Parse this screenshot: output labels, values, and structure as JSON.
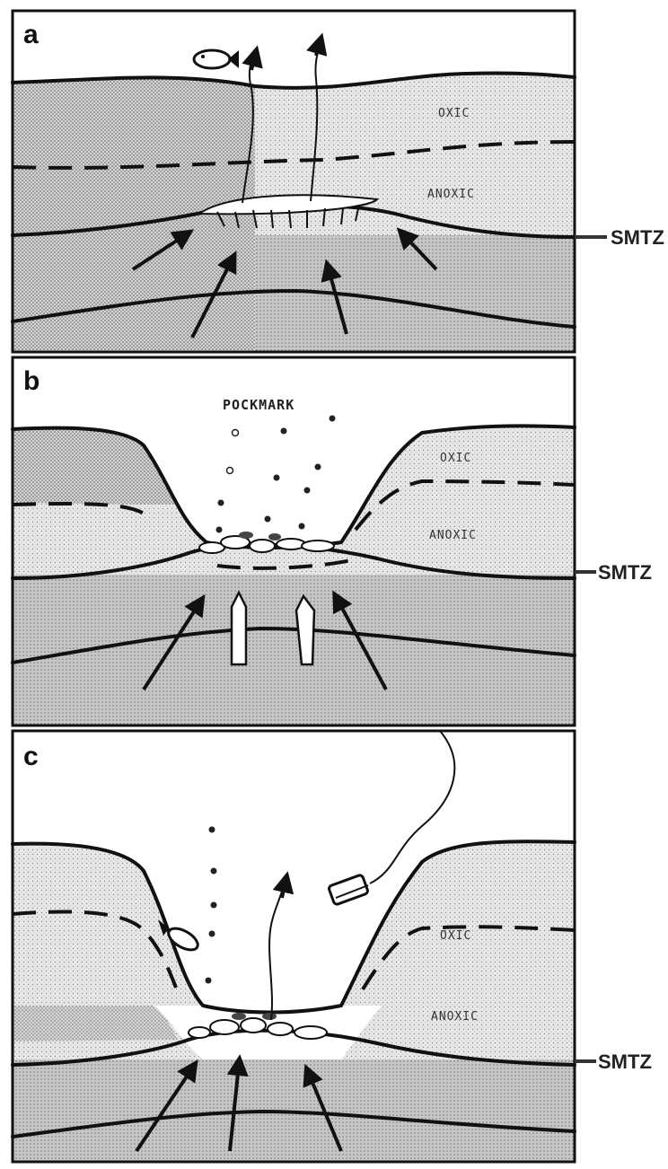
{
  "panels": [
    {
      "letter": "a",
      "zones": {
        "upper": "OXIC",
        "lower": "ANOXIC"
      },
      "smtz": "SMTZ"
    },
    {
      "letter": "b",
      "feature": "POCKMARK",
      "zones": {
        "upper": "OXIC",
        "lower": "ANOXIC"
      },
      "smtz": "SMTZ"
    },
    {
      "letter": "c",
      "zones": {
        "upper": "OXIC",
        "lower": "ANOXIC"
      },
      "smtz": "SMTZ"
    }
  ]
}
